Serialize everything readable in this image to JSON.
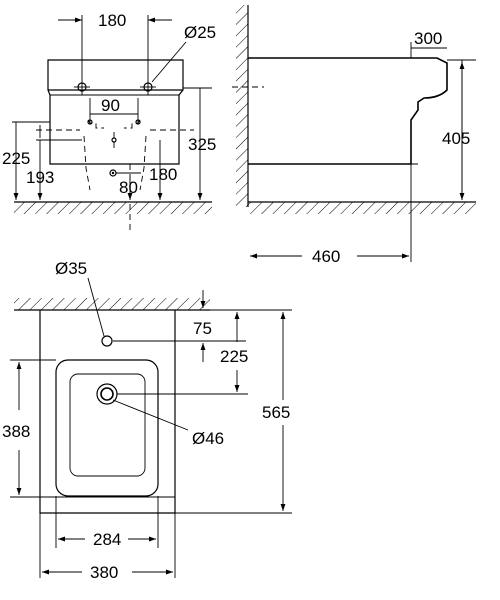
{
  "front_view": {
    "dim_180_top": "180",
    "dim_d25": "Ø25",
    "dim_90": "90",
    "dim_225": "225",
    "dim_193": "193",
    "dim_80": "80",
    "dim_180_bottom": "180",
    "dim_325": "325"
  },
  "side_view": {
    "dim_300": "300",
    "dim_405": "405",
    "dim_460": "460"
  },
  "top_view": {
    "dim_d35": "Ø35",
    "dim_75": "75",
    "dim_225": "225",
    "dim_388": "388",
    "dim_565": "565",
    "dim_d46": "Ø46",
    "dim_284": "284",
    "dim_380": "380"
  }
}
